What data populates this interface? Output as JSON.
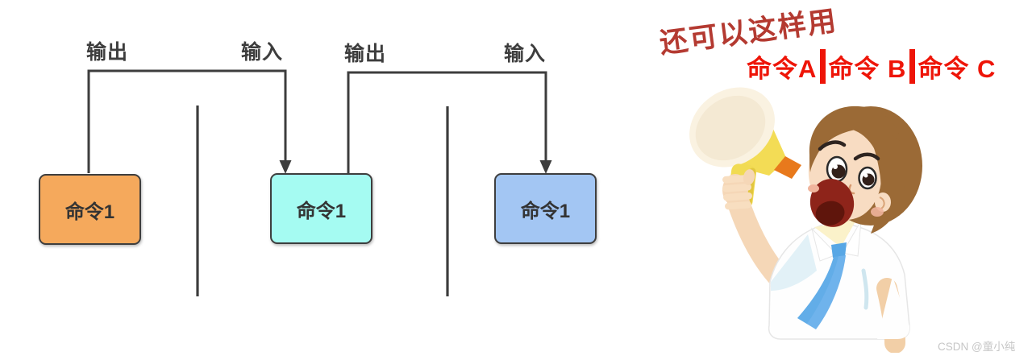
{
  "diagram": {
    "boxes": [
      {
        "label": "命令1",
        "color": "#F5A95C"
      },
      {
        "label": "命令1",
        "color": "#A5FBF2"
      },
      {
        "label": "命令1",
        "color": "#A3C6F3"
      }
    ],
    "connectors": [
      {
        "from_label": "输出",
        "to_label": "输入"
      },
      {
        "from_label": "输出",
        "to_label": "输入"
      }
    ],
    "line_color": "#3D3D3D"
  },
  "annotation": {
    "headline": "还可以这样用",
    "command_text": "命令A|命令 B|命令 C",
    "command_segments": [
      "命令A",
      "命令 B",
      "命令 C"
    ],
    "headline_color": "#B43A31",
    "command_color": "#EE1508"
  },
  "watermark": {
    "text": "CSDN @童小纯"
  }
}
